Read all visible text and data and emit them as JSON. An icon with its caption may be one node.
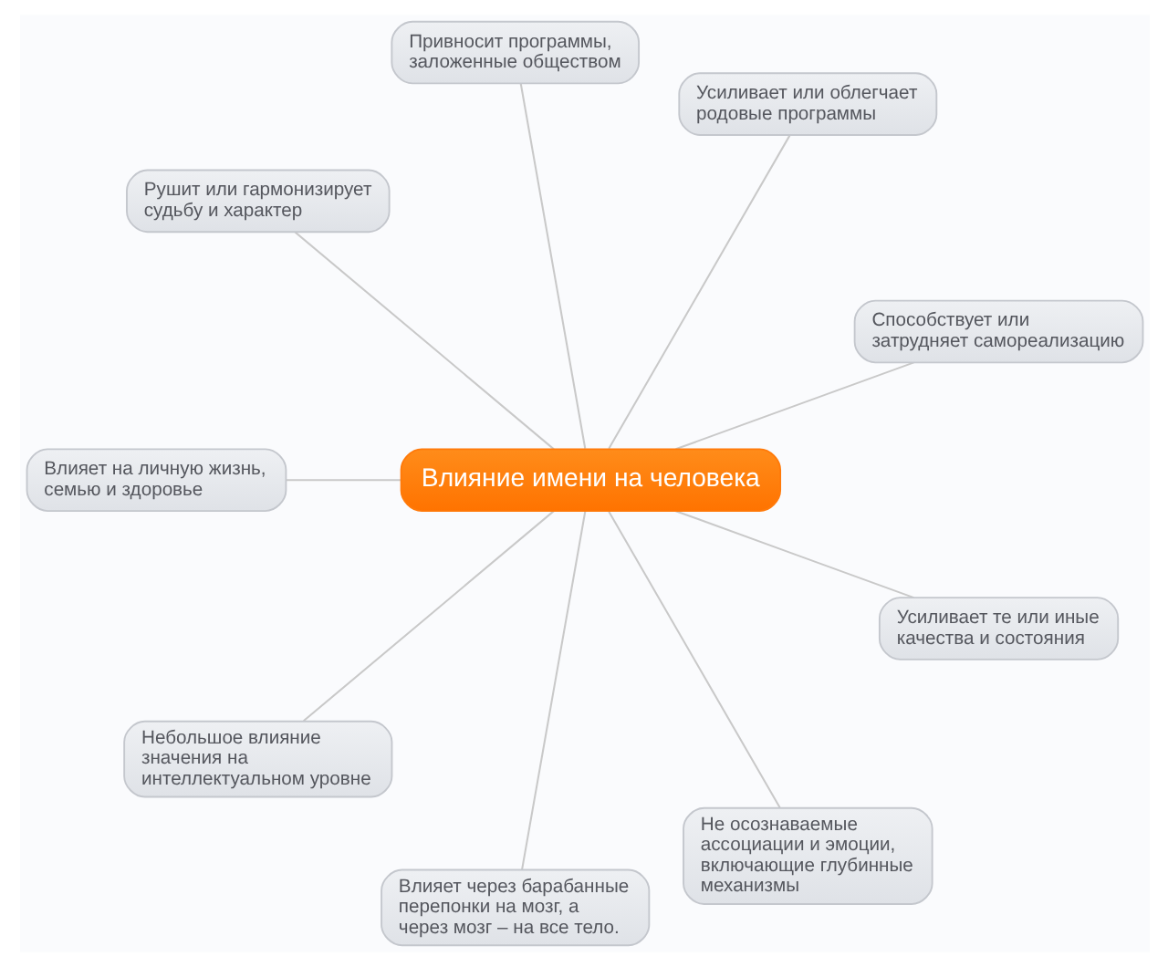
{
  "diagram": {
    "nodes": [
      {
        "text": [
          "Влияние имени на человека"
        ]
      },
      {
        "text": [
          "Привносит программы, заложенные обществом"
        ]
      },
      {
        "text": [
          "Рушит или гармонизирует судьбу и характер"
        ]
      },
      {
        "text": [
          "Усиливает или облегчает родовые программы"
        ]
      },
      {
        "text": [
          "Влияет на личную жизнь, семью и здоровье"
        ]
      },
      {
        "text": [
          "Способствует или затрудняет самореализацию"
        ]
      },
      {
        "text": [
          "Небольшое влияние значения на интеллектуальном уровне"
        ]
      },
      {
        "text": [
          "Усиливает те или иные качества и состояния"
        ]
      },
      {
        "text": [
          "Влияет через барабанные перепонки на мозг, а через мозг – на все тело."
        ]
      },
      {
        "text": [
          "Не осознаваемые ассоциации и эмоции, включающие глубинные механизмы"
        ]
      }
    ],
    "edges": [
      {
        "from": 0,
        "to": 1,
        "arrow": "none"
      },
      {
        "from": 0,
        "to": 2,
        "arrow": "none"
      },
      {
        "from": 0,
        "to": 3,
        "arrow": "none"
      },
      {
        "from": 0,
        "to": 4,
        "arrow": "none"
      },
      {
        "from": 0,
        "to": 5,
        "arrow": "none"
      },
      {
        "from": 0,
        "to": 6,
        "arrow": "none"
      },
      {
        "from": 0,
        "to": 7,
        "arrow": "none"
      },
      {
        "from": 0,
        "to": 8,
        "arrow": "none"
      },
      {
        "from": 0,
        "to": 9,
        "arrow": "none"
      }
    ]
  }
}
